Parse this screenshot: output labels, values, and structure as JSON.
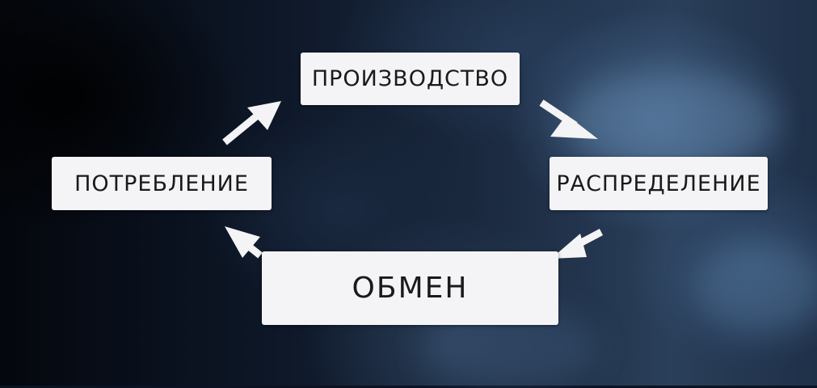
{
  "diagram": {
    "nodes": {
      "production": "ПРОИЗВОДСТВО",
      "distribution": "РАСПРЕДЕЛЕНИЕ",
      "exchange": "ОБМЕН",
      "consumption": "ПОТРЕБЛЕНИЕ"
    },
    "arrow_color": "#f4f4f6",
    "box_color": "#f4f4f6",
    "text_color": "#1a1a1a"
  }
}
